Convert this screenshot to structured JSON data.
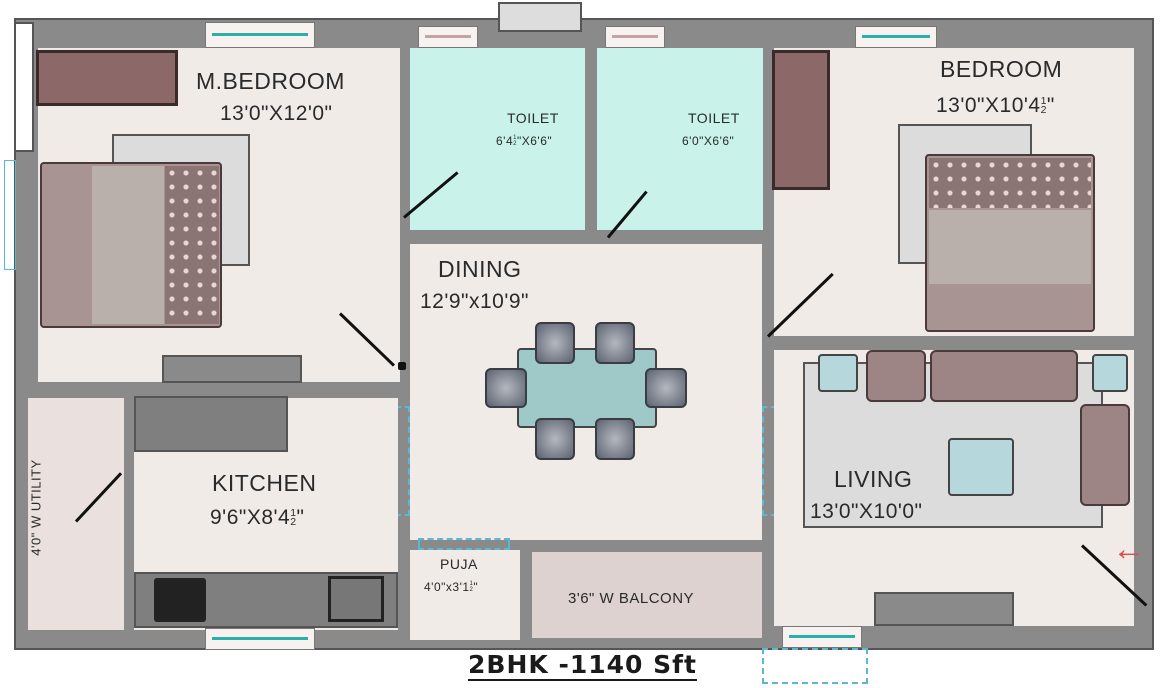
{
  "plan": {
    "title": "2BHK -1140 Sft",
    "rooms": {
      "master_bedroom": {
        "name": "M.BEDROOM",
        "dimension": "13'0\"X12'0\""
      },
      "toilet_1": {
        "name": "TOILET",
        "dimension_main": "6'4",
        "dimension_frac_top": "1",
        "dimension_frac_bottom": "2",
        "dimension_rest": "\"X6'6\""
      },
      "toilet_2": {
        "name": "TOILET",
        "dimension": "6'0\"X6'6\""
      },
      "bedroom": {
        "name": "BEDROOM",
        "dimension_main": "13'0\"X10'4",
        "dimension_frac_top": "1",
        "dimension_frac_bottom": "2",
        "dimension_rest": "\""
      },
      "dining": {
        "name": "DINING",
        "dimension": "12'9\"x10'9\""
      },
      "kitchen": {
        "name": "KITCHEN",
        "dimension_main": "9'6\"X8'4",
        "dimension_frac_top": "1",
        "dimension_frac_bottom": "2",
        "dimension_rest": "\""
      },
      "utility": {
        "name": "4'0\" W UTILITY"
      },
      "puja": {
        "name": "PUJA",
        "dimension_main": "4'0\"x3'1",
        "dimension_frac_top": "1",
        "dimension_frac_bottom": "2",
        "dimension_rest": "\""
      },
      "balcony": {
        "name": "3'6\" W BALCONY"
      },
      "living": {
        "name": "LIVING",
        "dimension": "13'0\"X10'0\""
      }
    },
    "entrance_arrow": "←",
    "colors": {
      "wall": "#8a8a8a",
      "floor": "#f1ebe8",
      "toilet_floor": "#c9f3ea",
      "window_dash": "#59b8d4",
      "entrance_arrow": "#e24a4a",
      "wardrobe": "#8c6868"
    }
  }
}
